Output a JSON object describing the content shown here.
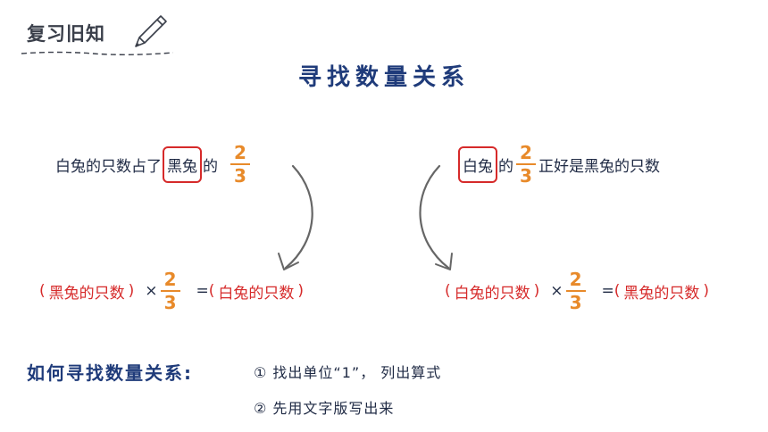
{
  "header": {
    "title": "复习旧知"
  },
  "title": "寻找数量关系",
  "left": {
    "statement_pre": "白兔的只数占了",
    "statement_boxed": "黑兔",
    "statement_post": "的",
    "fraction": {
      "num": "2",
      "den": "3"
    },
    "equation": {
      "lparen": "(",
      "left_term": "黑兔的只数",
      "rparen": ")",
      "times": "×",
      "fraction": {
        "num": "2",
        "den": "3"
      },
      "equals": "=",
      "lparen2": "(",
      "right_term": "白兔的只数",
      "rparen2": ")"
    }
  },
  "right": {
    "statement_boxed": "白兔",
    "statement_mid": "的",
    "fraction": {
      "num": "2",
      "den": "3"
    },
    "statement_post": "正好是黑兔的只数",
    "equation": {
      "lparen": "(",
      "left_term": "白兔的只数",
      "rparen": ")",
      "times": "×",
      "fraction": {
        "num": "2",
        "den": "3"
      },
      "equals": "=",
      "lparen2": "(",
      "right_term": "黑兔的只数",
      "rparen2": ")"
    }
  },
  "method": {
    "label": "如何寻找数量关系:",
    "step1": "① 找出单位“1”， 列出算式",
    "step2": "② 先用文字版写出来"
  }
}
